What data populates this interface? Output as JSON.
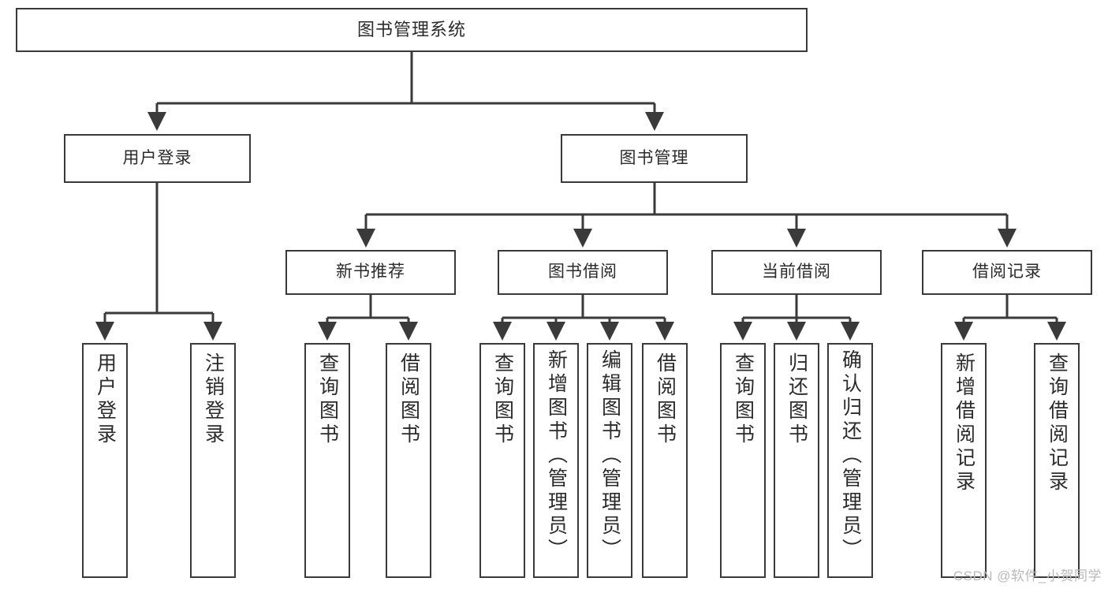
{
  "diagram": {
    "type": "tree-hierarchy-chart",
    "title": "图书管理系统",
    "stroke_color": "#3a3a3a",
    "fill_color": "#ffffff",
    "text_color": "#2b2b2b",
    "root": {
      "id": "root",
      "label": "图书管理系统",
      "orientation": "horizontal"
    },
    "level2": [
      {
        "id": "user-login",
        "label": "用户登录",
        "orientation": "horizontal"
      },
      {
        "id": "book-management",
        "label": "图书管理",
        "orientation": "horizontal"
      }
    ],
    "level3": [
      {
        "id": "new-book-recommend",
        "label": "新书推荐",
        "orientation": "horizontal",
        "parent": "book-management"
      },
      {
        "id": "book-borrow",
        "label": "图书借阅",
        "orientation": "horizontal",
        "parent": "book-management"
      },
      {
        "id": "current-borrow",
        "label": "当前借阅",
        "orientation": "horizontal",
        "parent": "book-management"
      },
      {
        "id": "borrow-record",
        "label": "借阅记录",
        "orientation": "horizontal",
        "parent": "book-management"
      }
    ],
    "leaves": [
      {
        "id": "leaf-user-login",
        "label": "用户登录",
        "orientation": "vertical",
        "parent": "user-login"
      },
      {
        "id": "leaf-user-logout",
        "label": "注销登录",
        "orientation": "vertical",
        "parent": "user-login"
      },
      {
        "id": "leaf-query-book-1",
        "label": "查询图书",
        "orientation": "vertical",
        "parent": "new-book-recommend"
      },
      {
        "id": "leaf-borrow-book-1",
        "label": "借阅图书",
        "orientation": "vertical",
        "parent": "new-book-recommend"
      },
      {
        "id": "leaf-query-book-2",
        "label": "查询图书",
        "orientation": "vertical",
        "parent": "book-borrow"
      },
      {
        "id": "leaf-add-book",
        "label": "新增图书（管理员）",
        "orientation": "vertical",
        "parent": "book-borrow"
      },
      {
        "id": "leaf-edit-book",
        "label": "编辑图书（管理员）",
        "orientation": "vertical",
        "parent": "book-borrow"
      },
      {
        "id": "leaf-borrow-book-2",
        "label": "借阅图书",
        "orientation": "vertical",
        "parent": "book-borrow"
      },
      {
        "id": "leaf-query-book-3",
        "label": "查询图书",
        "orientation": "vertical",
        "parent": "current-borrow"
      },
      {
        "id": "leaf-return-book",
        "label": "归还图书",
        "orientation": "vertical",
        "parent": "current-borrow"
      },
      {
        "id": "leaf-confirm-return",
        "label": "确认归还（管理员）",
        "orientation": "vertical",
        "parent": "current-borrow"
      },
      {
        "id": "leaf-add-record",
        "label": "新增借阅记录",
        "orientation": "vertical",
        "parent": "borrow-record"
      },
      {
        "id": "leaf-query-record",
        "label": "查询借阅记录",
        "orientation": "vertical",
        "parent": "borrow-record"
      }
    ]
  },
  "watermark": {
    "text": "CSDN @软件_小贺同学"
  }
}
